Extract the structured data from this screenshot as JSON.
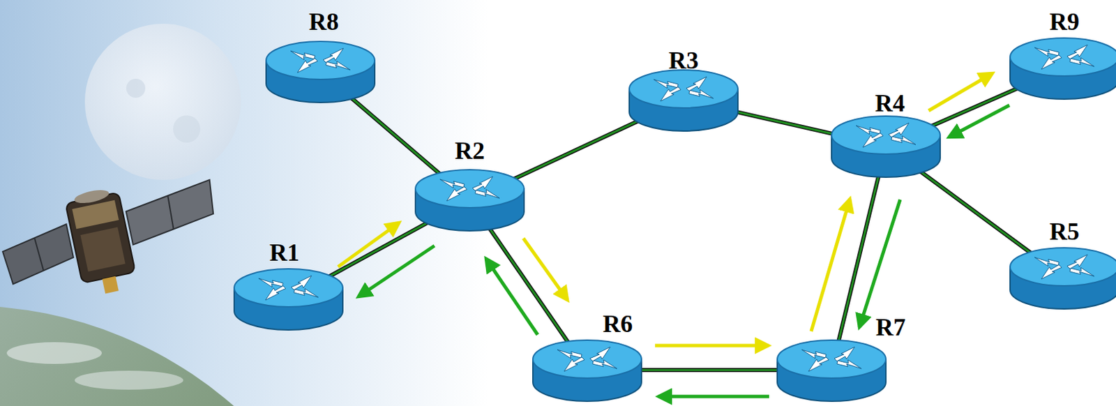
{
  "diagram": {
    "nodes": [
      {
        "text": [
          "R8"
        ]
      },
      {
        "text": [
          "R3"
        ]
      },
      {
        "text": [
          "R9"
        ]
      },
      {
        "text": [
          "R2"
        ]
      },
      {
        "text": [
          "R4"
        ]
      },
      {
        "text": [
          "R5"
        ]
      },
      {
        "text": [
          "R1"
        ]
      },
      {
        "text": [
          "R6"
        ]
      },
      {
        "text": [
          "R7"
        ]
      }
    ],
    "edges": [
      {
        "from": 0,
        "to": 3,
        "arrow": "none"
      },
      {
        "from": 6,
        "to": 3,
        "arrow": "none"
      },
      {
        "from": 3,
        "to": 1,
        "arrow": "none"
      },
      {
        "from": 1,
        "to": 4,
        "arrow": "none"
      },
      {
        "from": 4,
        "to": 2,
        "arrow": "none"
      },
      {
        "from": 4,
        "to": 5,
        "arrow": "none"
      },
      {
        "from": 3,
        "to": 7,
        "arrow": "none"
      },
      {
        "from": 7,
        "to": 8,
        "arrow": "none"
      },
      {
        "from": 8,
        "to": 4,
        "arrow": "none"
      }
    ]
  }
}
